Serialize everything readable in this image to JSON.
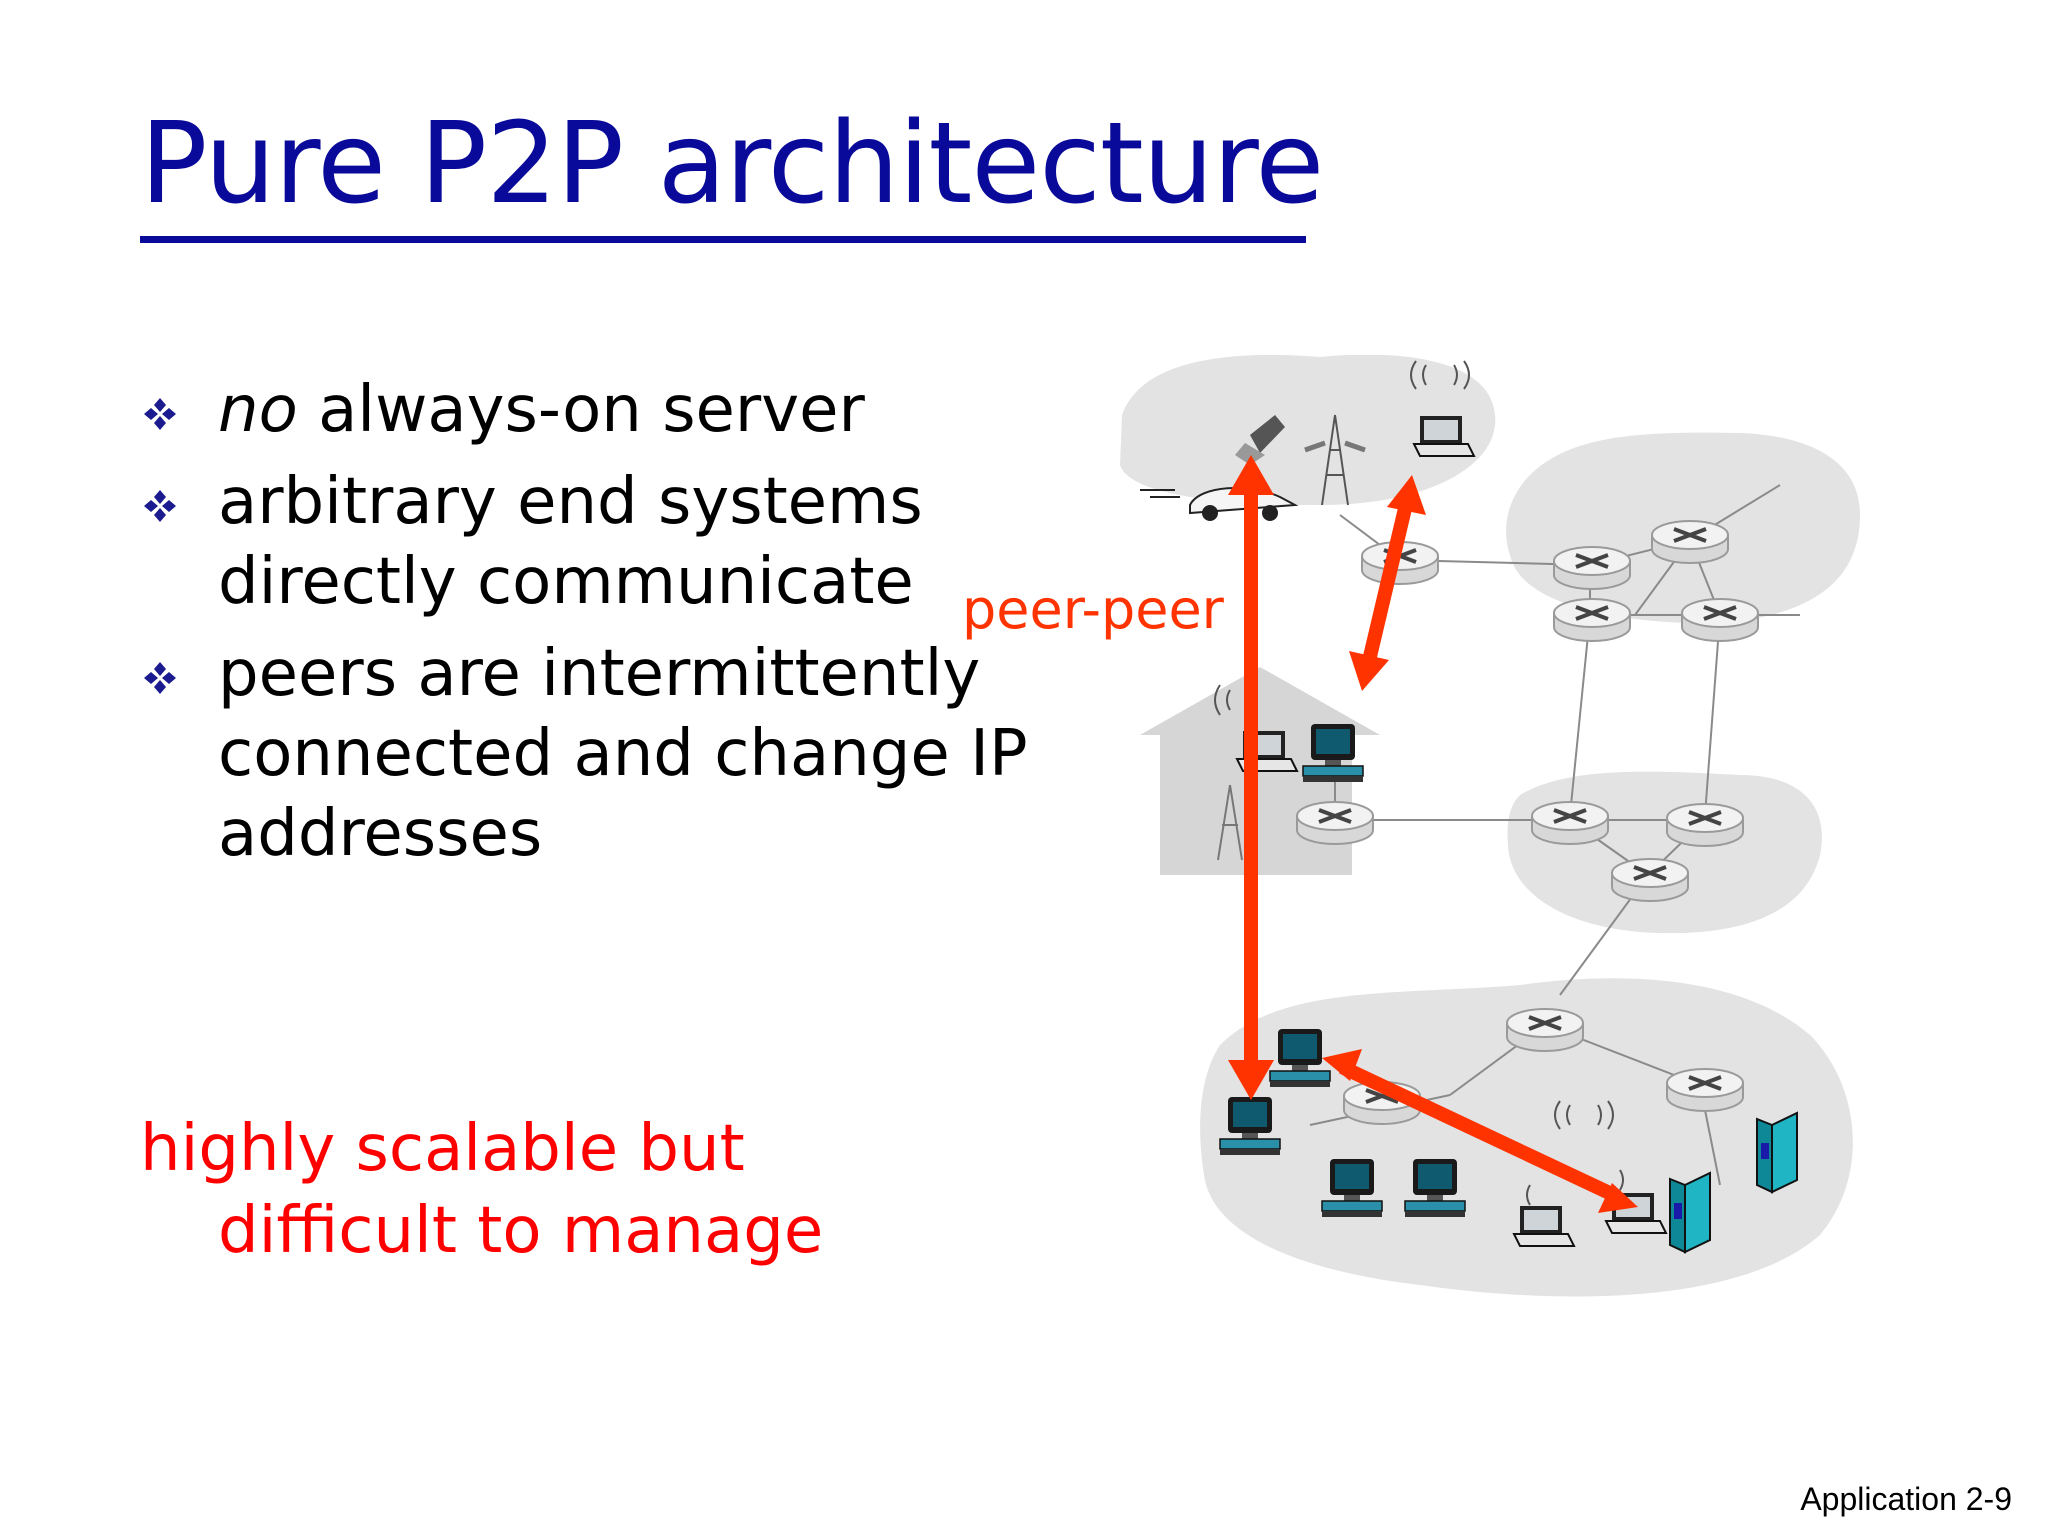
{
  "slide": {
    "title": "Pure P2P architecture",
    "bullets": [
      {
        "em": "no",
        "text": " always-on server"
      },
      {
        "em": "",
        "text": "arbitrary end systems directly communicate"
      },
      {
        "em": "",
        "text": "peers are intermittently connected and change IP addresses"
      }
    ],
    "conclusion": {
      "line1": "highly scalable but",
      "line2": "difficult to manage"
    },
    "diagram_label": "peer-peer",
    "footer": "Application  2-9"
  },
  "colors": {
    "title": "#0a0a9a",
    "bullet_icon": "#1b1b8f",
    "conclusion": "#ff0000",
    "arrow": "#ff3300",
    "network_cloud": "#e3e3e3"
  },
  "icons": [
    "diamond-bullet-icon",
    "router-icon",
    "desktop-pc-icon",
    "laptop-icon",
    "server-icon",
    "cell-tower-icon",
    "phone-icon",
    "car-icon",
    "house-icon",
    "wifi-icon"
  ]
}
